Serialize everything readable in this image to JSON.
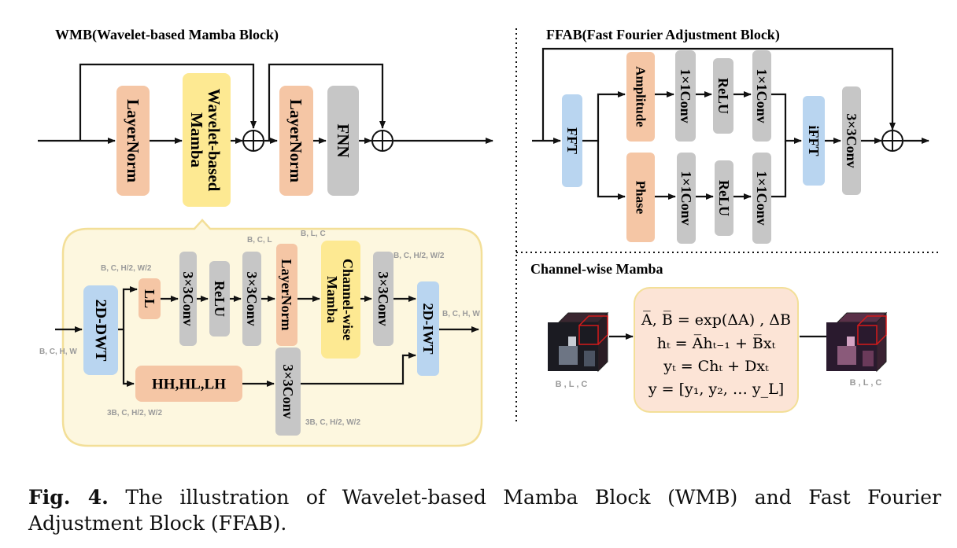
{
  "wmb": {
    "title": "WMB(Wavelet-based Mamba Block)",
    "layernorm1": "LayerNorm",
    "wavelet_mamba": [
      "Wavelet-based",
      "Mamba"
    ],
    "layernorm2": "LayerNorm",
    "fnn": "FNN"
  },
  "ffab": {
    "title": "FFAB(Fast Fourier Adjustment Block)",
    "fft": "FFT",
    "amplitude": "Amplitude",
    "phase": "Phase",
    "conv1x1": "1×1Conv",
    "relu": "ReLU",
    "ifft": "iFFT",
    "conv3x3": "3×3Conv"
  },
  "detail": {
    "dwt": "2D-DWT",
    "ll": "LL",
    "conv3x3": "3×3Conv",
    "relu": "ReLU",
    "layernorm": "LayerNorm",
    "channel_mamba": [
      "Channel-wise",
      "Mamba"
    ],
    "iwt": "2D-IWT",
    "hh": "HH,HL,LH",
    "dims": {
      "in": "B, C, H, W",
      "ll": "B, C, H/2, W/2",
      "bcl": "B, C, L",
      "blc": "B, L, C",
      "conv_out": "B, C, H/2, W/2",
      "out": "B, C, H, W",
      "hh": "3B, C, H/2, W/2",
      "hh_conv": "3B, C, H/2, W/2"
    }
  },
  "cwm": {
    "title": "Channel-wise Mamba",
    "equations": [
      "A̅, B̅ = exp(ΔA) , ΔB",
      "hₜ = A̅hₜ₋₁ + B̅xₜ",
      "yₜ = Chₜ + Dxₜ",
      "y = [y₁, y₂, … y_L]"
    ],
    "in_label": "B , L , C",
    "out_label": "B , L , C"
  },
  "caption": {
    "fig": "Fig. 4.",
    "text": "The illustration of Wavelet-based Mamba Block (WMB) and Fast Fourier Adjustment Block (FFAB)."
  },
  "colors": {
    "norm": "#f5c6a5",
    "mamba": "#fde992",
    "gray": "#c6c6c6",
    "blue": "#b9d5f0",
    "panel_border": "#f3df98",
    "panel_fill": "#fdf7df"
  }
}
